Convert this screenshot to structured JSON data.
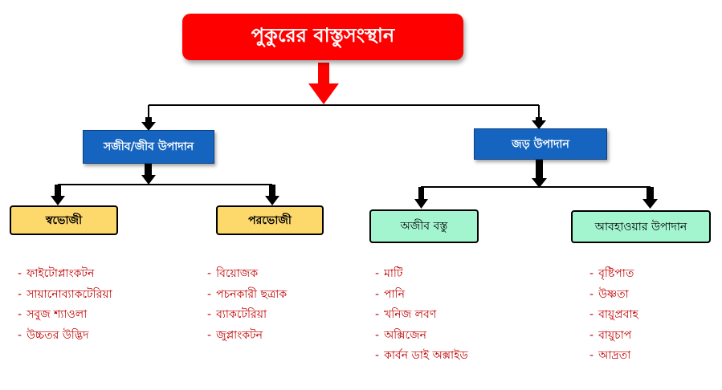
{
  "title": "পুকুরের বাস্তুসংস্থান",
  "branches": {
    "biotic": {
      "label": "সজীব/জীব উপাদান",
      "children": [
        {
          "label": "স্বভোজী",
          "items": [
            "ফাইটোপ্লাংকটন",
            "সায়ানোব্যাকটেরিয়া",
            "সবুজ শ্যাওলা",
            "উচ্চতর উদ্ভিদ"
          ]
        },
        {
          "label": "পরভোজী",
          "items": [
            "বিয়োজক",
            "পচনকারী ছত্রাক",
            "ব্যাকটেরিয়া",
            "জুপ্লাংকটন"
          ]
        }
      ]
    },
    "abiotic": {
      "label": "জড় উপাদান",
      "children": [
        {
          "label": "অজীব বস্তু",
          "items": [
            "মাটি",
            "পানি",
            "খনিজ লবণ",
            "অক্সিজেন",
            "কার্বন ডাই অক্সাইড"
          ]
        },
        {
          "label": "আবহাওয়ার উপাদান",
          "items": [
            "বৃষ্টিপাত",
            "উষ্ণতা",
            "বায়ুপ্রবাহ",
            "বায়ুচাপ",
            "আদ্রতা"
          ]
        }
      ]
    }
  },
  "colors": {
    "title_bg": "#ff0000",
    "arrow_red": "#ff0000",
    "level1_bg": "#1565c0",
    "producer_bg": "#fdd96b",
    "abiotic_bg": "#a3f5d0",
    "list_text": "#c00000"
  }
}
